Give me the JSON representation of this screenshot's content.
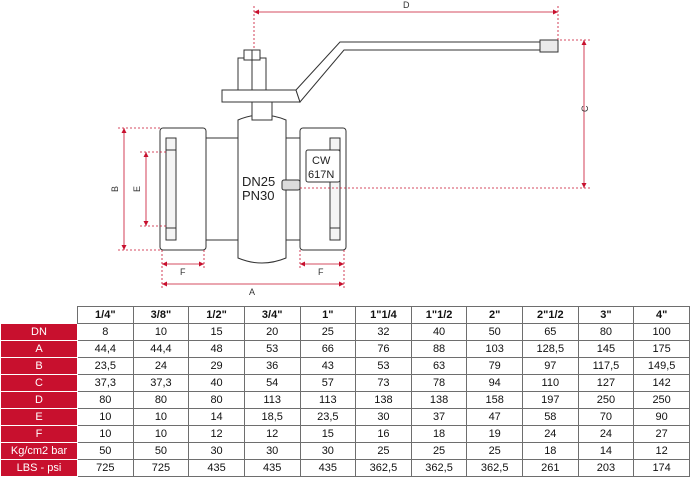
{
  "drawing": {
    "labels": {
      "A": "A",
      "B": "B",
      "C": "C",
      "D": "D",
      "E": "E",
      "F_left": "F",
      "F_right": "F"
    },
    "body_marking_line1": "DN25",
    "body_marking_line2": "PN30",
    "material_line1": "CW",
    "material_line2": "617N",
    "colors": {
      "dimension_lines": "#c8102e",
      "outline": "#333333"
    }
  },
  "table": {
    "header_color": "#c8102e",
    "columns": [
      "1/4\"",
      "3/8\"",
      "1/2\"",
      "3/4\"",
      "1\"",
      "1\"1/4",
      "1\"1/2",
      "2\"",
      "2\"1/2",
      "3\"",
      "4\""
    ],
    "rows": [
      {
        "label": "DN",
        "values": [
          "8",
          "10",
          "15",
          "20",
          "25",
          "32",
          "40",
          "50",
          "65",
          "80",
          "100"
        ]
      },
      {
        "label": "A",
        "values": [
          "44,4",
          "44,4",
          "48",
          "53",
          "66",
          "76",
          "88",
          "103",
          "128,5",
          "145",
          "175"
        ]
      },
      {
        "label": "B",
        "values": [
          "23,5",
          "24",
          "29",
          "36",
          "43",
          "53",
          "63",
          "79",
          "97",
          "117,5",
          "149,5"
        ]
      },
      {
        "label": "C",
        "values": [
          "37,3",
          "37,3",
          "40",
          "54",
          "57",
          "73",
          "78",
          "94",
          "110",
          "127",
          "142"
        ]
      },
      {
        "label": "D",
        "values": [
          "80",
          "80",
          "80",
          "113",
          "113",
          "138",
          "138",
          "158",
          "197",
          "250",
          "250"
        ]
      },
      {
        "label": "E",
        "values": [
          "10",
          "10",
          "14",
          "18,5",
          "23,5",
          "30",
          "37",
          "47",
          "58",
          "70",
          "90"
        ]
      },
      {
        "label": "F",
        "values": [
          "10",
          "10",
          "12",
          "12",
          "15",
          "16",
          "18",
          "19",
          "24",
          "24",
          "27"
        ]
      },
      {
        "label": "Kg/cm2 bar",
        "values": [
          "50",
          "50",
          "30",
          "30",
          "30",
          "25",
          "25",
          "25",
          "18",
          "14",
          "12"
        ]
      },
      {
        "label": "LBS - psi",
        "values": [
          "725",
          "725",
          "435",
          "435",
          "435",
          "362,5",
          "362,5",
          "362,5",
          "261",
          "203",
          "174"
        ]
      }
    ]
  }
}
